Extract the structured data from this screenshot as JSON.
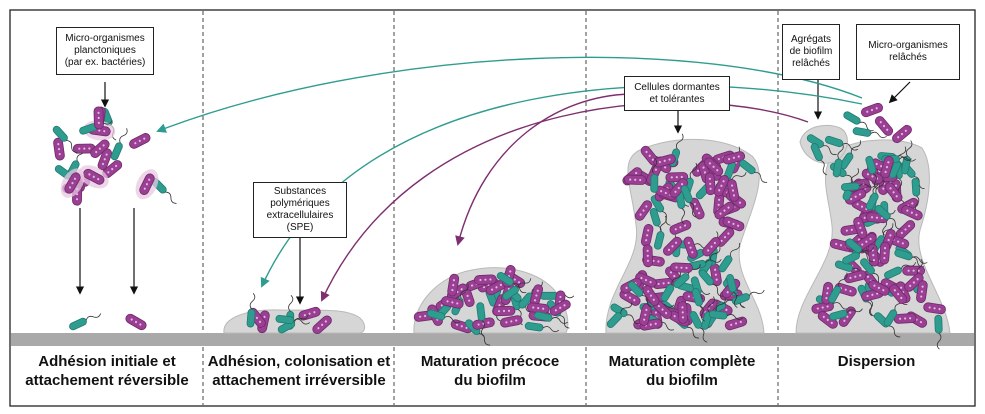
{
  "colors": {
    "purple": "#9a3f93",
    "teal": "#2e9c8f",
    "matrix": "#d6d6d6",
    "ground": "#a9a9a9",
    "pink_halo": "#e8c8e1"
  },
  "callouts": {
    "planktonic": [
      "Micro-organismes",
      "planctoniques",
      "(par ex. bactéries)"
    ],
    "eps": [
      "Substances",
      "polymériques",
      "extracellulaires",
      "(SPE)"
    ],
    "dormant": [
      "Cellules dormantes",
      "et tolérantes"
    ],
    "aggregates": [
      "Agrégats",
      "de biofilm",
      "relâchés"
    ],
    "released": [
      "Micro-organismes",
      "relâchés"
    ]
  },
  "stages": [
    {
      "line1": "Adhésion initiale et",
      "line2": "attachement réversible"
    },
    {
      "line1": "Adhésion, colonisation et",
      "line2": "attachement irréversible"
    },
    {
      "line1": "Maturation précoce",
      "line2": "du biofilm"
    },
    {
      "line1": "Maturation complète",
      "line2": "du biofilm"
    },
    {
      "line1": "Dispersion",
      "line2": ""
    }
  ]
}
